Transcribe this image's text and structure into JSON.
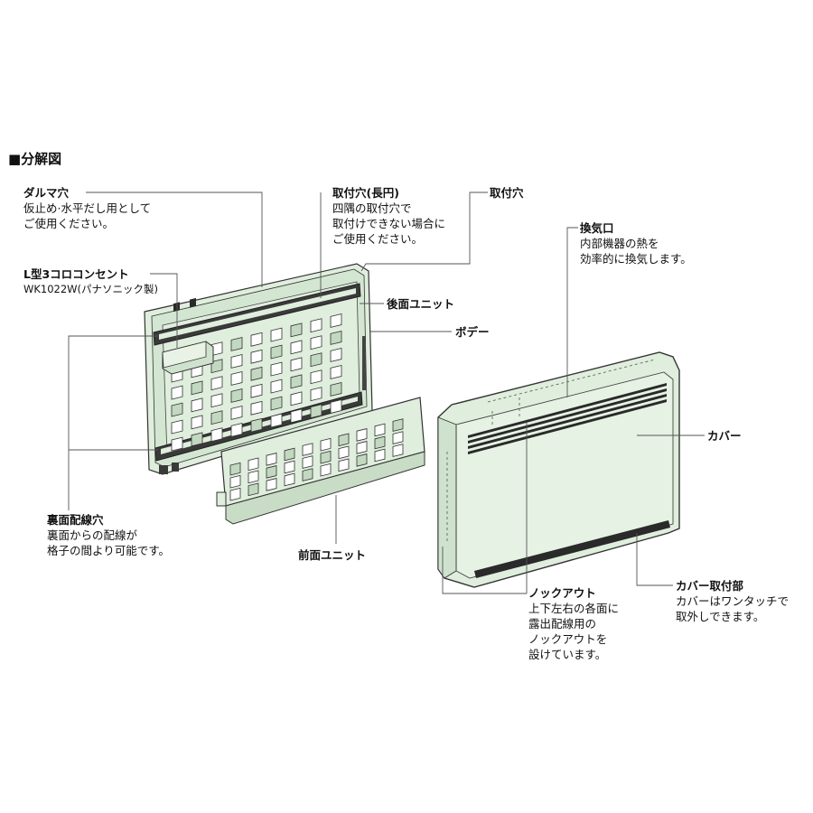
{
  "section_title": "■分解図",
  "labels": {
    "daruma": {
      "title": "ダルマ穴",
      "lines": [
        "仮止め·水平だし用として",
        "ご使用ください。"
      ]
    },
    "toritsuke_oval": {
      "title": "取付穴(長円)",
      "lines": [
        "四隅の取付穴で",
        "取付けできない場合に",
        "ご使用ください。"
      ]
    },
    "toritsuke": {
      "title": "取付穴"
    },
    "kanki": {
      "title": "換気口",
      "lines": [
        "内部機器の熱を",
        "効率的に換気します。"
      ]
    },
    "outlet": {
      "title": "L型3コロコンセント",
      "lines": [
        "WK1022W(パナソニック製)"
      ]
    },
    "rear_unit": {
      "title": "後面ユニット"
    },
    "body": {
      "title": "ボデー"
    },
    "cover": {
      "title": "カバー"
    },
    "back_wiring": {
      "title": "裏面配線穴",
      "lines": [
        "裏面からの配線が",
        "格子の間より可能です。"
      ]
    },
    "front_unit": {
      "title": "前面ユニット"
    },
    "knockout": {
      "title": "ノックアウト",
      "lines": [
        "上下左右の各面に",
        "露出配線用の",
        "ノックアウトを",
        "設けています。"
      ]
    },
    "cover_mount": {
      "title": "カバー取付部",
      "lines": [
        "カバーはワンタッチで",
        "取外しできます。"
      ]
    }
  },
  "colors": {
    "part_fill": "#dfeedd",
    "part_fill_dark": "#c8dcc6",
    "outline": "#333333",
    "leader": "#555555",
    "slot": "#2a2a2a"
  }
}
